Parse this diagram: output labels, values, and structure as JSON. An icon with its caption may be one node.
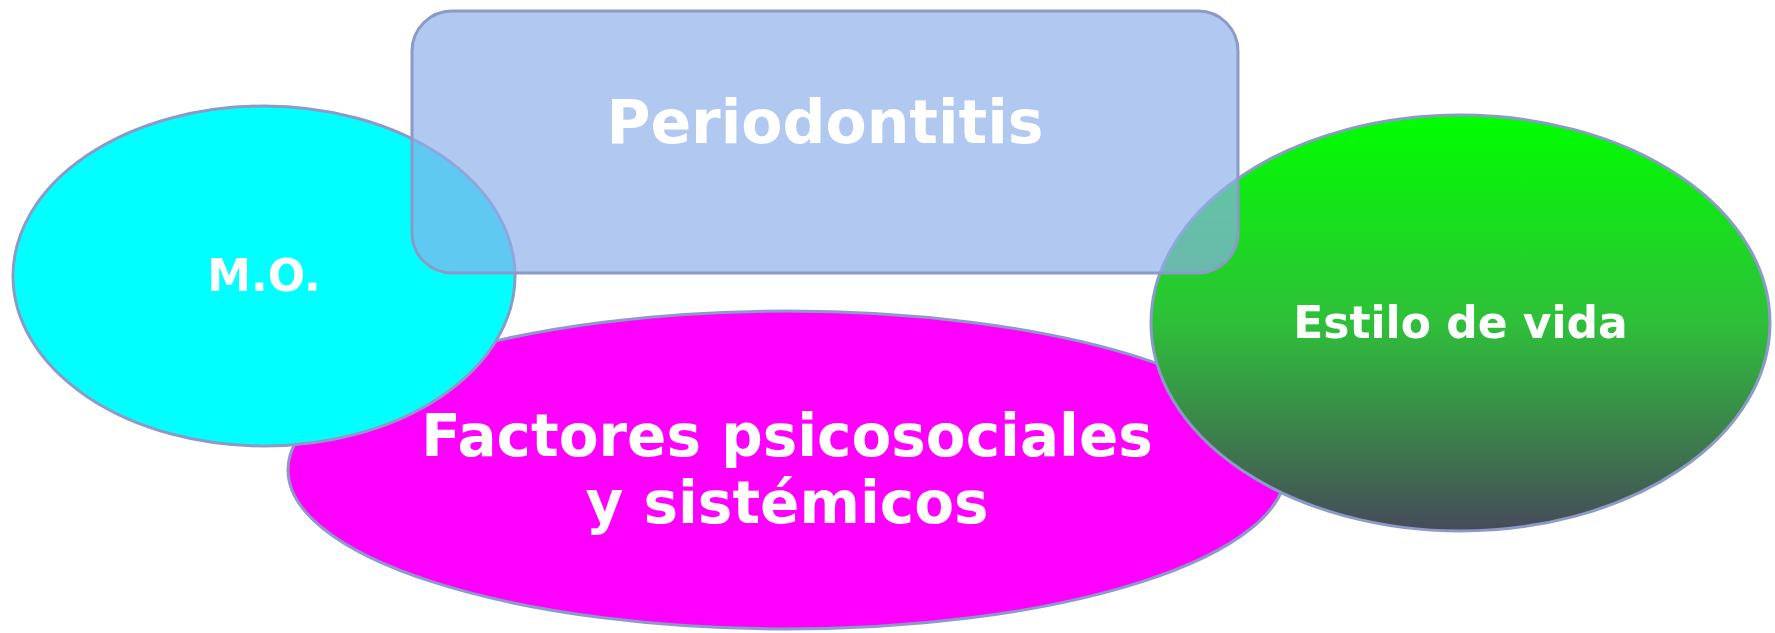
{
  "diagram": {
    "nodes": [
      {
        "text": [
          "Periodontitis"
        ]
      },
      {
        "text": [
          "M.O."
        ]
      },
      {
        "text": [
          "Estilo de vida"
        ]
      },
      {
        "text": [
          "Factores psicosociales y sistémicos"
        ]
      }
    ]
  }
}
